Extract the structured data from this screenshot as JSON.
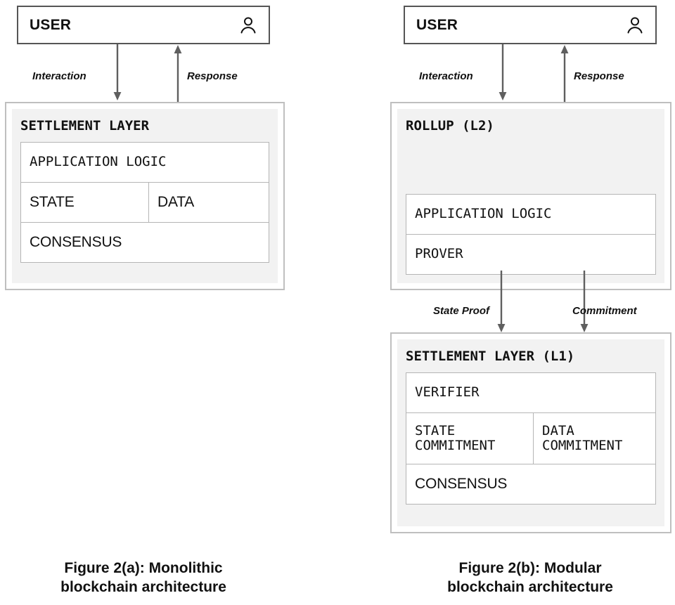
{
  "figure": {
    "title_a": "Figure 2(a): Monolithic blockchain architecture",
    "title_b": "Figure 2(b): Modular blockchain architecture",
    "caption_a_line1": "Figure 2(a): Monolithic",
    "caption_a_line2": "blockchain architecture",
    "caption_b_line1": "Figure 2(b): Modular",
    "caption_b_line2": "blockchain architecture"
  },
  "colors": {
    "user_box_border": "#555555",
    "layer_border": "#bfbfbf",
    "layer_fill": "#f2f2f2",
    "module_border": "#b5b5b5",
    "module_fill": "#ffffff",
    "arrow": "#5f5f5f",
    "text": "#111111",
    "page_background": "#ffffff"
  },
  "panel_a": {
    "user": {
      "label": "USER",
      "icon": "person-icon"
    },
    "arrows": [
      {
        "label": "Interaction",
        "direction": "down",
        "from": "USER",
        "to": "SETTLEMENT LAYER"
      },
      {
        "label": "Response",
        "direction": "up",
        "from": "SETTLEMENT LAYER",
        "to": "USER"
      }
    ],
    "layer": {
      "title": "SETTLEMENT LAYER",
      "rows": [
        {
          "cells": [
            {
              "text": "APPLICATION LOGIC",
              "font": "mono"
            }
          ]
        },
        {
          "cells": [
            {
              "text": "STATE",
              "font": "narrow"
            },
            {
              "text": "DATA",
              "font": "narrow"
            }
          ]
        },
        {
          "cells": [
            {
              "text": "CONSENSUS",
              "font": "narrow"
            }
          ]
        }
      ]
    }
  },
  "panel_b": {
    "user": {
      "label": "USER",
      "icon": "person-icon"
    },
    "arrows_top": [
      {
        "label": "Interaction",
        "direction": "down",
        "from": "USER",
        "to": "ROLLUP (L2)"
      },
      {
        "label": "Response",
        "direction": "up",
        "from": "ROLLUP (L2)",
        "to": "USER"
      }
    ],
    "rollup": {
      "title": "ROLLUP (L2)",
      "rows": [
        {
          "cells": [
            {
              "text": "APPLICATION LOGIC",
              "font": "mono"
            }
          ]
        },
        {
          "cells": [
            {
              "text": "PROVER",
              "font": "mono"
            }
          ]
        }
      ]
    },
    "arrows_mid": [
      {
        "label": "State Proof",
        "direction": "down",
        "from": "ROLLUP (L2)",
        "to": "SETTLEMENT LAYER (L1)"
      },
      {
        "label": "Commitment",
        "direction": "down",
        "from": "ROLLUP (L2)",
        "to": "SETTLEMENT LAYER (L1)"
      }
    ],
    "settlement": {
      "title": "SETTLEMENT LAYER (L1)",
      "rows": [
        {
          "cells": [
            {
              "text": "VERIFIER",
              "font": "mono"
            }
          ]
        },
        {
          "cells": [
            {
              "text": "STATE\nCOMMITMENT",
              "font": "mono"
            },
            {
              "text": "DATA\nCOMMITMENT",
              "font": "mono"
            }
          ]
        },
        {
          "cells": [
            {
              "text": "CONSENSUS",
              "font": "narrow"
            }
          ]
        }
      ]
    }
  }
}
